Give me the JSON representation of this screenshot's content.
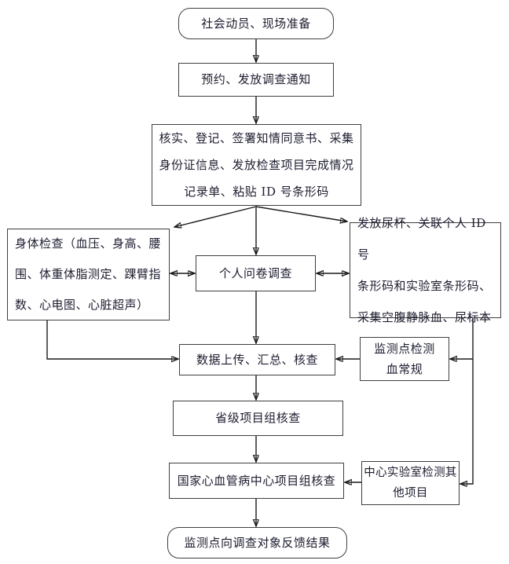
{
  "diagram": {
    "title": "survey-field-workflow-flowchart",
    "nodes": {
      "mobilize": {
        "text": "社会动员、现场准备",
        "shape": "rounded"
      },
      "notify": {
        "text": "预约、发放调查通知",
        "shape": "rect"
      },
      "register": {
        "lines": [
          "核实、登记、签署知情同意书、采集",
          "身份证信息、发放检查项目完成情况",
          "记录单、粘贴 ID 号条形码"
        ],
        "shape": "rect"
      },
      "physical": {
        "lines": [
          "身体检查（血压、身高、腰",
          "围、体重体脂测定、踝臂指",
          "数、心电图、心脏超声）"
        ],
        "shape": "rect"
      },
      "questionnaire": {
        "text": "个人问卷调查",
        "shape": "rect"
      },
      "urine": {
        "lines": [
          "发放尿杯、关联个人 ID 号",
          "条形码和实验室条形码、",
          "采集空腹静脉血、尿标本"
        ],
        "shape": "rect"
      },
      "upload": {
        "text": "数据上传、汇总、核查",
        "shape": "rect"
      },
      "blood": {
        "lines": [
          "监测点检测",
          "血常规"
        ],
        "shape": "rect"
      },
      "provincial": {
        "text": "省级项目组核查",
        "shape": "rect"
      },
      "national": {
        "text": "国家心血管病中心项目组核查",
        "shape": "rect"
      },
      "lab": {
        "lines": [
          "中心实验室检测其",
          "他项目"
        ],
        "shape": "rect"
      },
      "feedback": {
        "text": "监测点向调查对象反馈结果",
        "shape": "rounded"
      }
    },
    "edges": [
      {
        "from": "mobilize",
        "to": "notify",
        "type": "arrow"
      },
      {
        "from": "notify",
        "to": "register",
        "type": "arrow"
      },
      {
        "from": "register",
        "to": "physical",
        "type": "arrow"
      },
      {
        "from": "register",
        "to": "questionnaire",
        "type": "arrow"
      },
      {
        "from": "register",
        "to": "urine",
        "type": "arrow"
      },
      {
        "from": "physical",
        "to": "questionnaire",
        "type": "double-arrow"
      },
      {
        "from": "questionnaire",
        "to": "urine",
        "type": "double-arrow"
      },
      {
        "from": "questionnaire",
        "to": "upload",
        "type": "arrow"
      },
      {
        "from": "physical",
        "to": "upload",
        "type": "arrow"
      },
      {
        "from": "blood",
        "to": "upload",
        "type": "arrow"
      },
      {
        "from": "urine",
        "to": "blood",
        "type": "arrow"
      },
      {
        "from": "urine",
        "to": "lab",
        "type": "arrow"
      },
      {
        "from": "upload",
        "to": "provincial",
        "type": "arrow"
      },
      {
        "from": "provincial",
        "to": "national",
        "type": "arrow"
      },
      {
        "from": "lab",
        "to": "national",
        "type": "arrow"
      },
      {
        "from": "national",
        "to": "feedback",
        "type": "arrow"
      }
    ]
  },
  "colors": {
    "border": "#3f3f3f",
    "text": "#1d1d30",
    "arrow": "#1a1a1a",
    "bg": "#ffffff"
  }
}
